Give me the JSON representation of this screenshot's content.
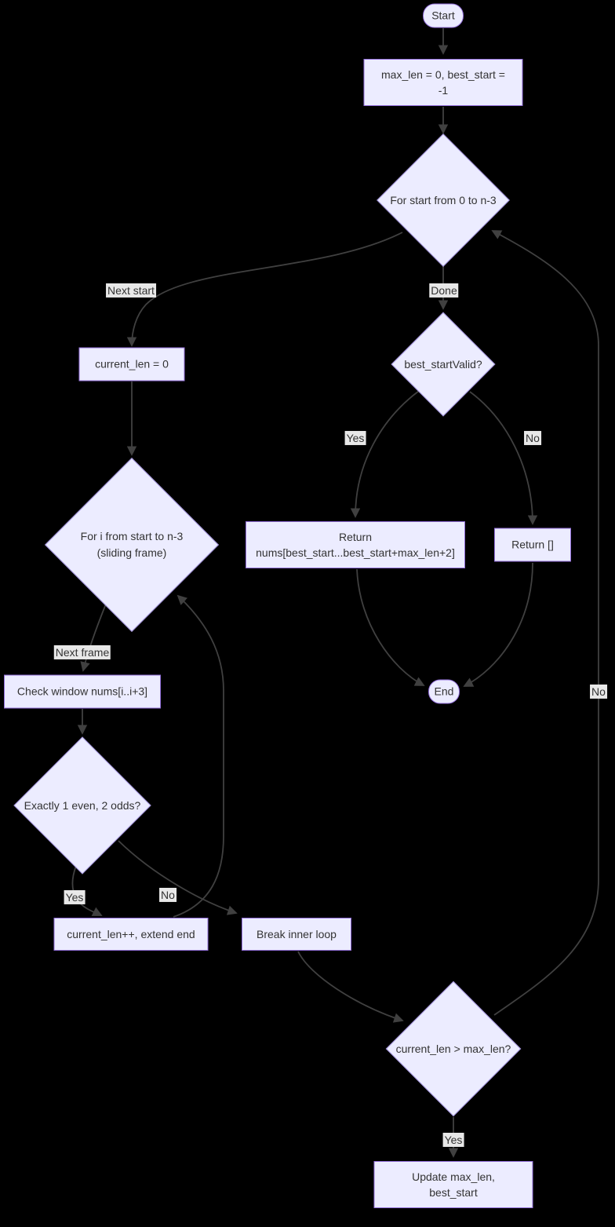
{
  "diagram": {
    "type": "flowchart",
    "colors": {
      "background": "#000000",
      "node_fill": "#ECECFF",
      "node_border": "#9370DB",
      "node_text": "#333333",
      "edge_line": "#404040",
      "edge_label_bg": "#e8e8e8"
    },
    "nodes": {
      "start": "Start",
      "init": "max_len = 0, best_start =\n-1",
      "for_start": "For start from 0 to n-3",
      "current_len": "current_len = 0",
      "best_valid": "best_startValid?",
      "return_nums": "Return\nnums[best_start...best_start+max_len+2]",
      "return_empty": "Return []",
      "end": "End",
      "for_i": "For i from start to n-3\n(sliding frame)",
      "check_window": "Check window nums[i..i+3]",
      "window_test": "Exactly 1 even, 2 odds?",
      "extend": "current_len++, extend end",
      "break_loop": "Break inner loop",
      "compare": "current_len > max_len?",
      "update": "Update max_len,\nbest_start"
    },
    "edge_labels": {
      "next_start": "Next start",
      "done": "Done",
      "yes_valid": "Yes",
      "no_valid": "No",
      "no_compare_loop": "No",
      "next_frame": "Next frame",
      "yes_window": "Yes",
      "no_window": "No",
      "yes_compare": "Yes"
    }
  }
}
